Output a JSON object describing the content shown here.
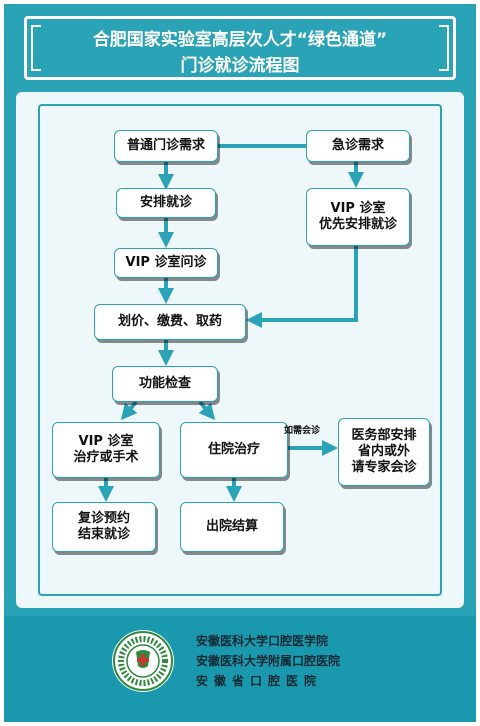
{
  "header": {
    "title_line1": "合肥国家实验室高层次人才“绿色通道”",
    "title_line2": "门诊就诊流程图"
  },
  "flow": {
    "general_outpatient": "普通门诊需求",
    "emergency": "急诊需求",
    "arrange_visit": "安排就诊",
    "vip_priority_line1": "VIP 诊室",
    "vip_priority_line2": "优先安排就诊",
    "vip_consult": "VIP 诊室问诊",
    "pricing_payment": "划价、缴费、取药",
    "function_check": "功能检查",
    "vip_treatment_line1": "VIP 诊室",
    "vip_treatment_line2": "治疗或手术",
    "hospitalization": "住院治疗",
    "consult_if_needed": "如需会诊",
    "expert_consult_line1": "医务部安排",
    "expert_consult_line2": "省内或外",
    "expert_consult_line3": "请专家会诊",
    "follow_up_line1": "复诊预约",
    "follow_up_line2": "结束就诊",
    "discharge": "出院结算"
  },
  "footer": {
    "hospital_1": "安徽医科大学口腔医学院",
    "hospital_2": "安徽医科大学附属口腔医院",
    "hospital_3": "安徽省口腔医院"
  },
  "colors": {
    "teal": "#2aa3b7",
    "footer": "#1a98ad",
    "logo_green": "#2e8a3c",
    "logo_red": "#c8382f"
  }
}
